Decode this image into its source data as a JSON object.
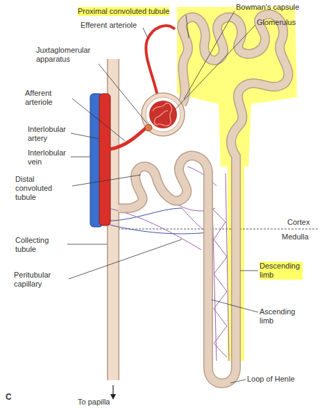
{
  "diagram": {
    "labels": [
      "Proximal convoluted tubule",
      "Bowman's capsule",
      "Efferent arteriole",
      "Glomerulus",
      "Juxtaglomerular apparatus",
      "Afferent arteriole",
      "Interlobular artery",
      "Interlobular vein",
      "Distal convoluted tubule",
      "Cortex",
      "Medulla",
      "Collecting tubule",
      "Peritubular capillary",
      "Descending limb",
      "Ascending limb",
      "Loop of Henle",
      "To papilla",
      "C"
    ]
  }
}
